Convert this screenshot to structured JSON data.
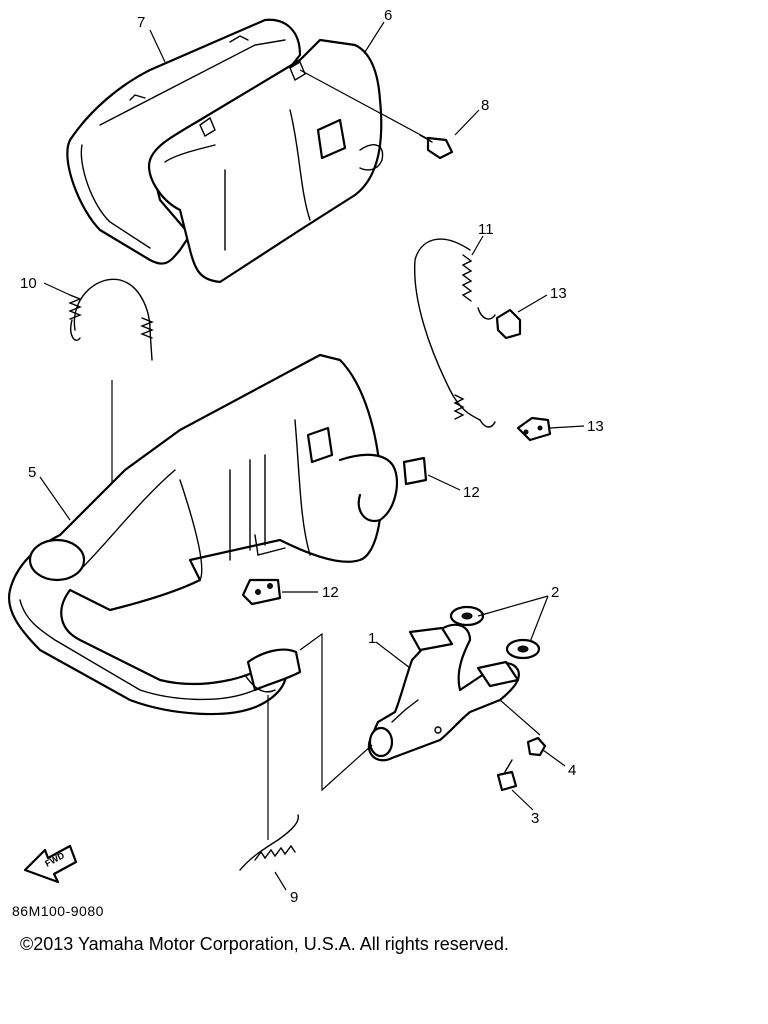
{
  "diagram": {
    "callouts": {
      "c1": "1",
      "c2": "2",
      "c3": "3",
      "c4": "4",
      "c5": "5",
      "c6": "6",
      "c7": "7",
      "c8": "8",
      "c9": "9",
      "c10": "10",
      "c11": "11",
      "c12a": "12",
      "c12b": "12",
      "c13a": "13",
      "c13b": "13"
    },
    "fwd_label": "FWD",
    "drawing_code": "86M100-9080",
    "copyright": "©2013 Yamaha Motor Corporation, U.S.A. All rights reserved."
  }
}
